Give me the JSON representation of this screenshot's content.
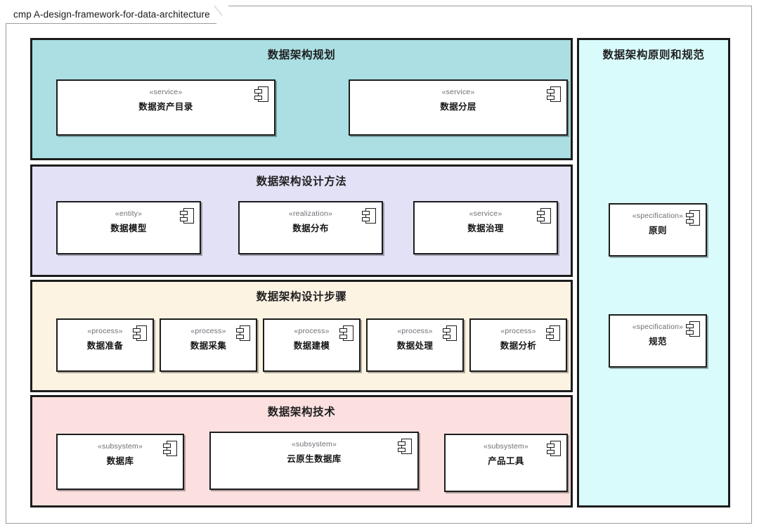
{
  "frame": {
    "keyword": "cmp",
    "title": "cmp A-design-framework-for-data-architecture"
  },
  "colors": {
    "planning_fill": "#abdfe3",
    "method_fill": "#e2e1f6",
    "steps_fill": "#fdf3e3",
    "tech_fill": "#fce0e0",
    "principles_fill": "#d9fbfc",
    "border": "#1c1c1c",
    "frame_border": "#9a9a9a",
    "stereotype_text": "#6d6d75"
  },
  "packages": {
    "planning": {
      "title": "数据架构规划",
      "components": [
        {
          "stereotype": "«service»",
          "name": "数据资产目录",
          "icon": "uml-component-icon"
        },
        {
          "stereotype": "«service»",
          "name": "数据分层",
          "icon": "uml-component-icon"
        }
      ]
    },
    "method": {
      "title": "数据架构设计方法",
      "components": [
        {
          "stereotype": "«entity»",
          "name": "数据模型",
          "icon": "uml-component-icon"
        },
        {
          "stereotype": "«realization»",
          "name": "数据分布",
          "icon": "uml-component-icon"
        },
        {
          "stereotype": "«service»",
          "name": "数据治理",
          "icon": "uml-component-icon"
        }
      ]
    },
    "steps": {
      "title": "数据架构设计步骤",
      "components": [
        {
          "stereotype": "«process»",
          "name": "数据准备",
          "icon": "uml-component-icon"
        },
        {
          "stereotype": "«process»",
          "name": "数据采集",
          "icon": "uml-component-icon"
        },
        {
          "stereotype": "«process»",
          "name": "数据建模",
          "icon": "uml-component-icon"
        },
        {
          "stereotype": "«process»",
          "name": "数据处理",
          "icon": "uml-component-icon"
        },
        {
          "stereotype": "«process»",
          "name": "数据分析",
          "icon": "uml-component-icon"
        }
      ]
    },
    "tech": {
      "title": "数据架构技术",
      "components": [
        {
          "stereotype": "«subsystem»",
          "name": "数据库",
          "icon": "uml-component-icon"
        },
        {
          "stereotype": "«subsystem»",
          "name": "云原生数据库",
          "icon": "uml-component-icon"
        },
        {
          "stereotype": "«subsystem»",
          "name": "产品工具",
          "icon": "uml-component-icon"
        }
      ]
    },
    "principles": {
      "title": "数据架构原则和规范",
      "components": [
        {
          "stereotype": "«specification»",
          "name": "原则",
          "icon": "uml-component-icon"
        },
        {
          "stereotype": "«specification»",
          "name": "规范",
          "icon": "uml-component-icon"
        }
      ]
    }
  }
}
